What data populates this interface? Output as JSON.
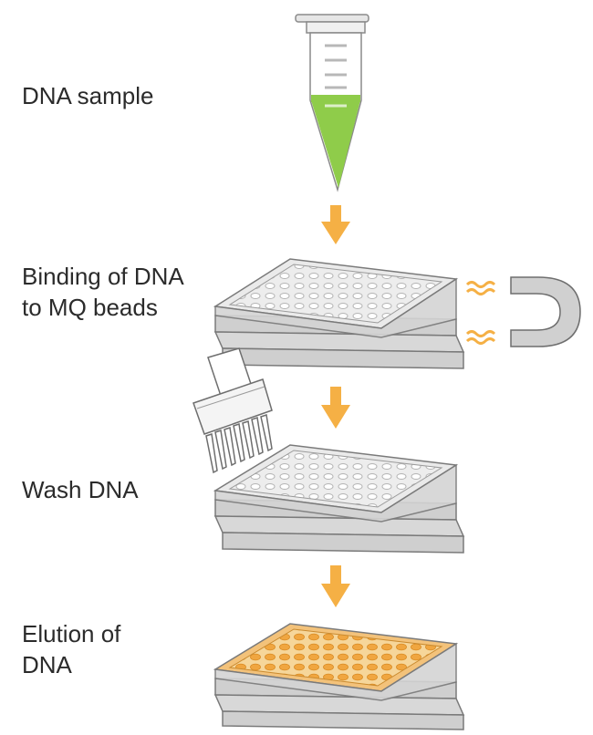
{
  "steps": [
    {
      "lines": [
        "DNA sample"
      ]
    },
    {
      "lines": [
        "Binding of DNA",
        "to MQ beads"
      ]
    },
    {
      "lines": [
        "Wash DNA"
      ]
    },
    {
      "lines": [
        "Elution of",
        "DNA"
      ]
    }
  ],
  "colors": {
    "arrow": "#f5b045",
    "sample_liquid": "#8fcc4a",
    "elution_wells": "#f0a640",
    "plate_body": "#cfcfcf",
    "plate_outline": "#7a7a7a",
    "magnet": "#bdbdbd"
  },
  "icons": [
    "tube-icon",
    "arrow-down-icon",
    "plate-icon",
    "magnet-icon",
    "multichannel-pipette-icon",
    "plate-icon",
    "arrow-down-icon",
    "plate-icon",
    "arrow-down-icon",
    "elution-plate-icon"
  ]
}
